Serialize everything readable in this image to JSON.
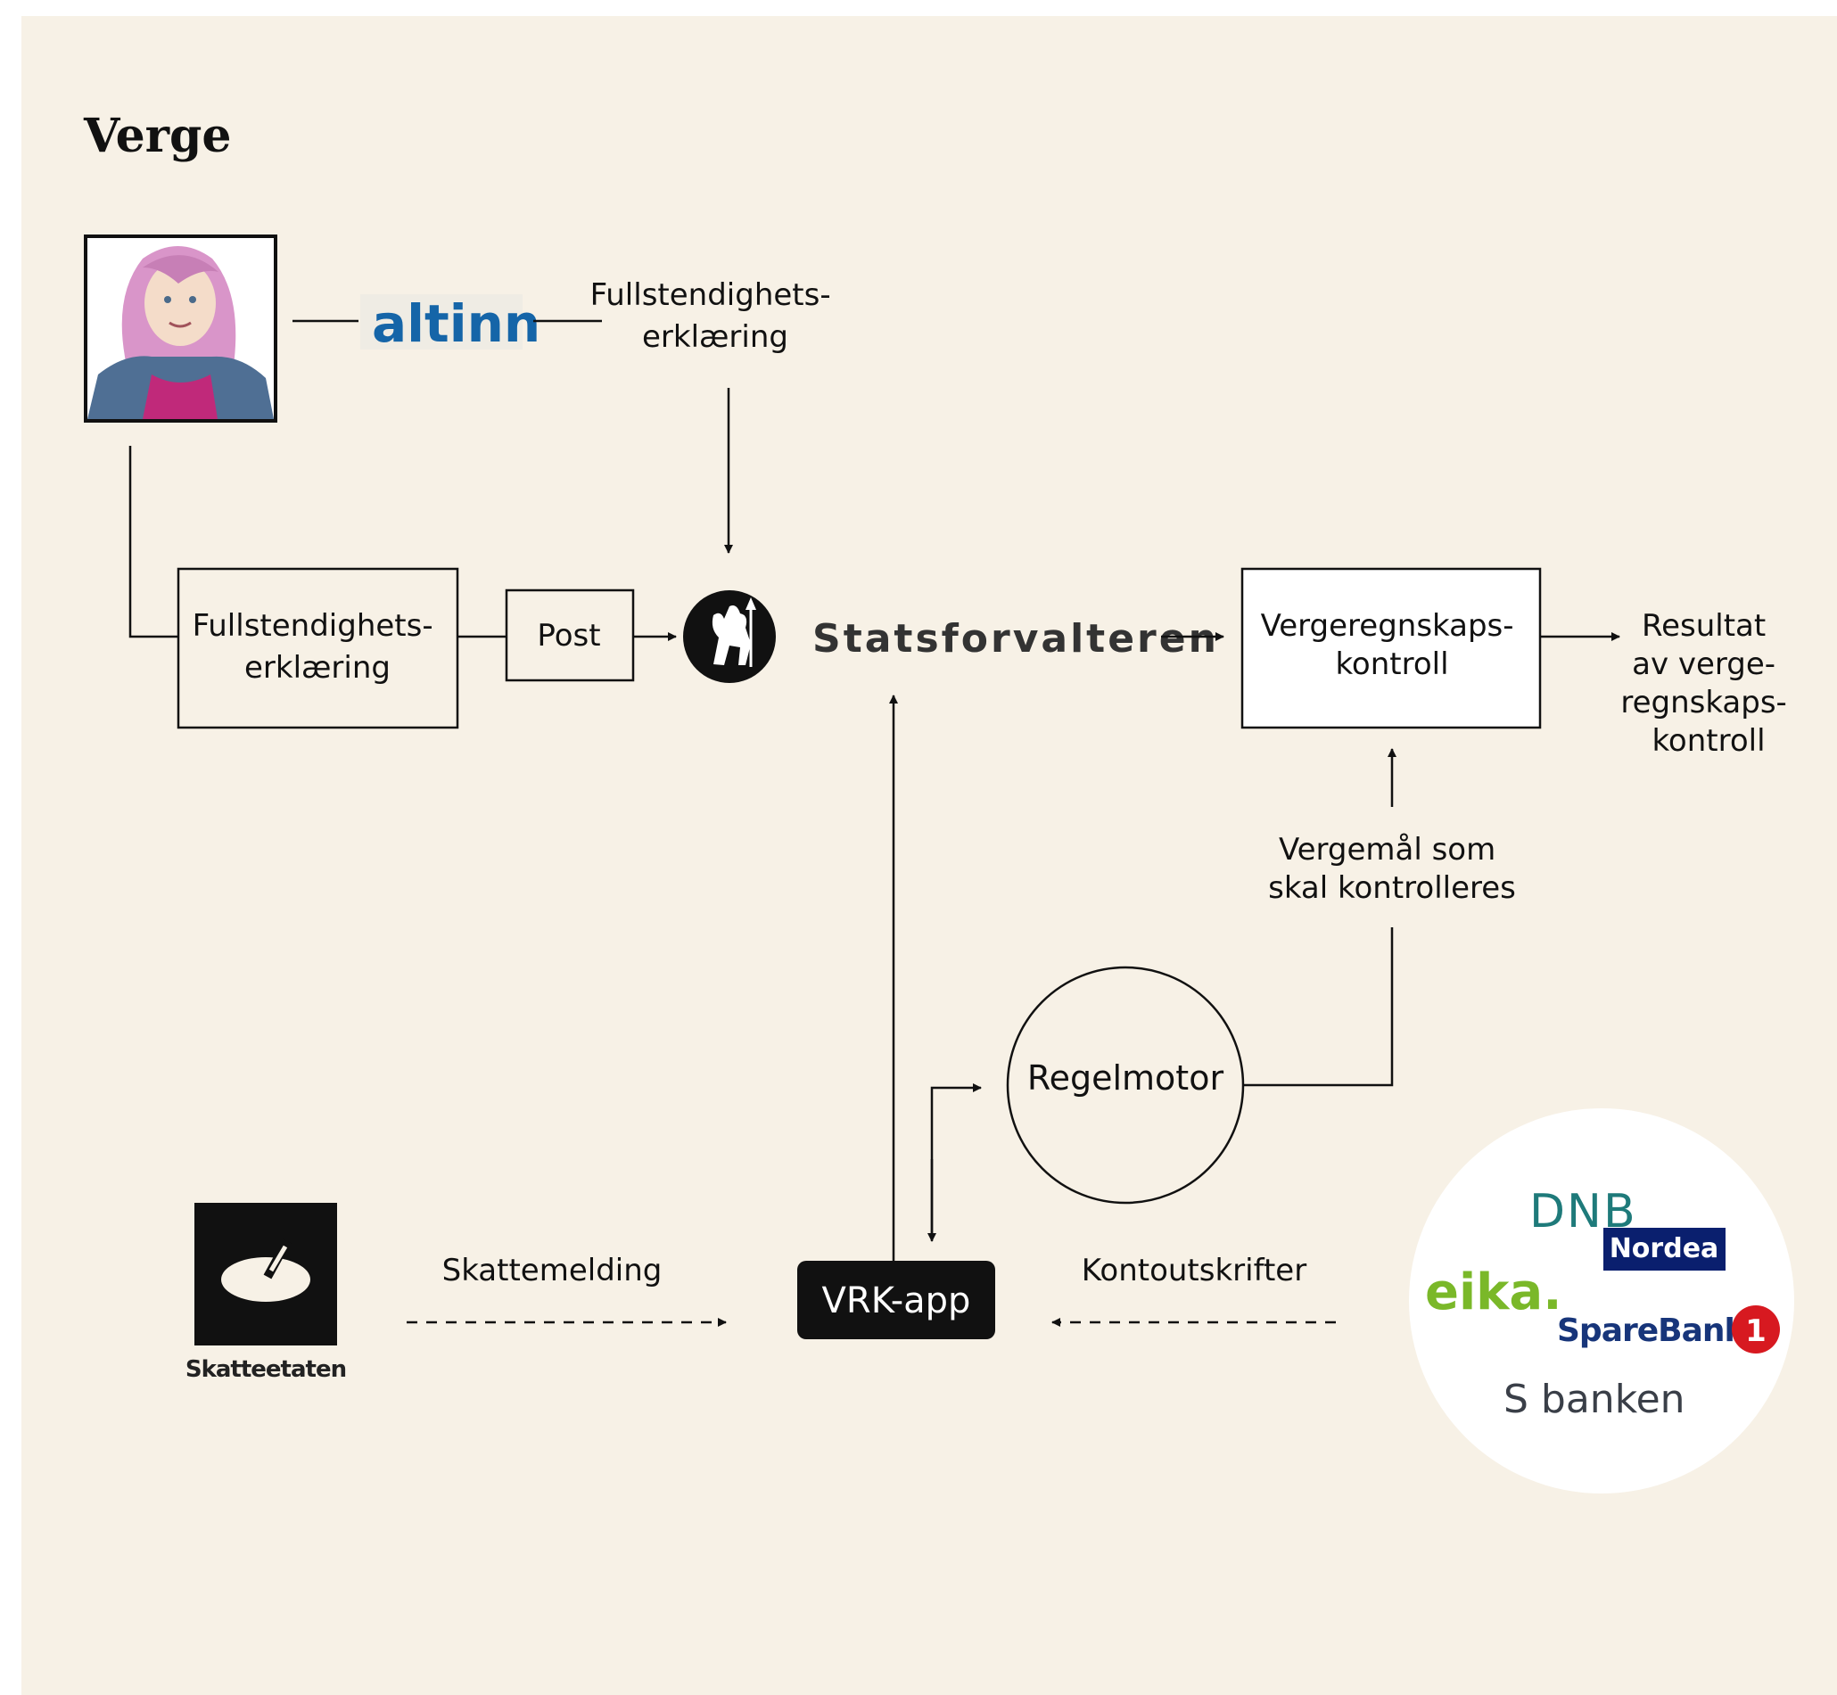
{
  "title": "Verge",
  "altinn_logo_text": "altinn",
  "altinn_declaration_label": [
    "Fullstendighets-",
    "erklæring"
  ],
  "paper_declaration_label": [
    "Fullstendighets-",
    "erklæring"
  ],
  "post_label": "Post",
  "statsforvalteren_label": "Statsforvalteren",
  "control_box_label": [
    "Vergeregnskaps-",
    "kontroll"
  ],
  "result_label": [
    "Resultat",
    "av verge-",
    "regnskaps-",
    "kontroll"
  ],
  "cases_to_check_label": [
    "Vergemål som",
    "skal kontrolleres"
  ],
  "regelmotor_label": "Regelmotor",
  "vrk_app_label": "VRK-app",
  "skattemelding_label": "Skattemelding",
  "kontoutskrifter_label": "Kontoutskrifter",
  "skatteetaten_label": "Skatteetaten",
  "banks": {
    "dnb": "DNB",
    "nordea": "Nordea",
    "eika": "eika.",
    "sparebank": "SpareBank",
    "sparebank_badge": "1",
    "sbanken": "S banken"
  },
  "colors": {
    "background": "#f7f1e6",
    "altinn_blue": "#1565a8",
    "dnb_teal": "#1e7a7a",
    "nordea_navy": "#0a1f6e",
    "eika_green": "#7ab829",
    "sparebank_navy": "#17357a",
    "sparebank_red": "#d71920",
    "sbanken_gray": "#3a3f48"
  }
}
